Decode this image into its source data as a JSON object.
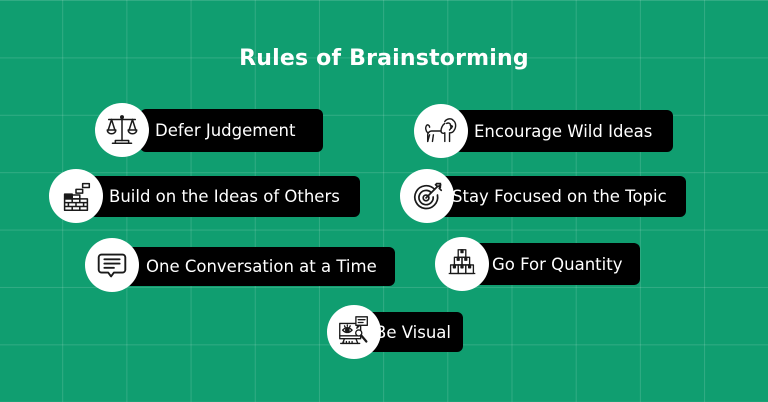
{
  "title": "Rules of Brainstorming",
  "colors": {
    "background": "#109e70",
    "grid_line": "#3fb38c",
    "pill": "#000000",
    "badge": "#ffffff",
    "text": "#ffffff"
  },
  "rules": [
    {
      "label": "Defer Judgement",
      "icon": "scales-icon"
    },
    {
      "label": "Encourage Wild Ideas",
      "icon": "lion-icon"
    },
    {
      "label": "Build on the Ideas of Others",
      "icon": "bricks-icon"
    },
    {
      "label": "Stay Focused on the Topic",
      "icon": "target-icon"
    },
    {
      "label": "One Conversation at a Time",
      "icon": "chat-bubble-icon"
    },
    {
      "label": "Go For Quantity",
      "icon": "stacked-boxes-icon"
    },
    {
      "label": "Be Visual",
      "icon": "monitor-eye-icon"
    }
  ]
}
